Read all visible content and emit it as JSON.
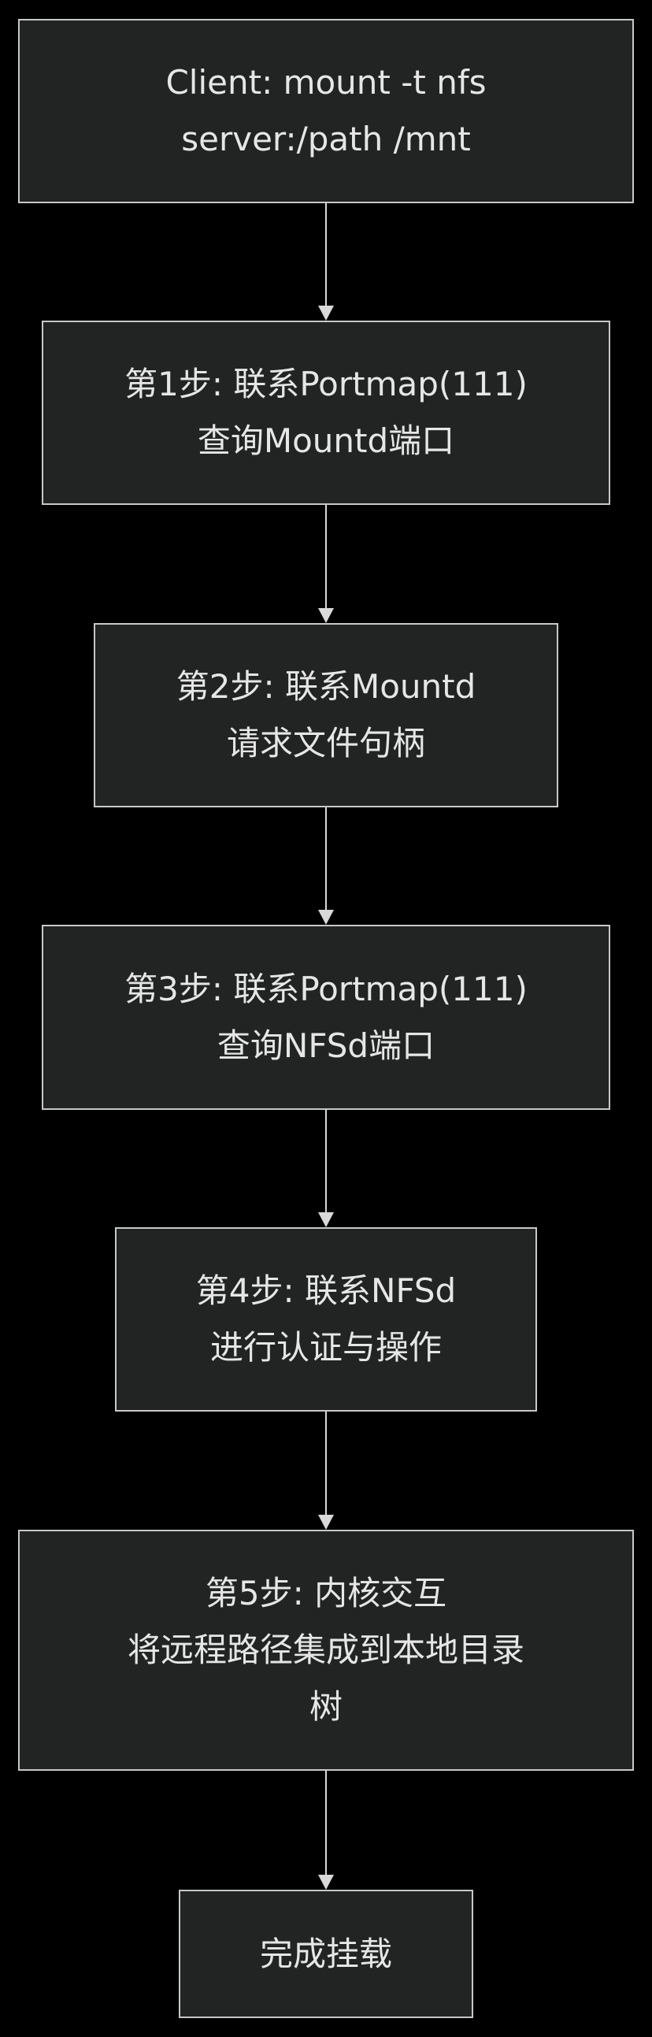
{
  "flowchart": {
    "nodes": [
      {
        "id": "client",
        "lines": [
          "Client: mount -t nfs",
          "server:/path /mnt"
        ]
      },
      {
        "id": "step1",
        "lines": [
          "第1步: 联系Portmap(111)",
          "查询Mountd端口"
        ]
      },
      {
        "id": "step2",
        "lines": [
          "第2步: 联系Mountd",
          "请求文件句柄"
        ]
      },
      {
        "id": "step3",
        "lines": [
          "第3步: 联系Portmap(111)",
          "查询NFSd端口"
        ]
      },
      {
        "id": "step4",
        "lines": [
          "第4步: 联系NFSd",
          "进行认证与操作"
        ]
      },
      {
        "id": "step5",
        "lines": [
          "第5步: 内核交互",
          "将远程路径集成到本地目录",
          "树"
        ]
      },
      {
        "id": "done",
        "lines": [
          "完成挂载"
        ]
      }
    ],
    "edges": [
      {
        "from": "client",
        "to": "step1"
      },
      {
        "from": "step1",
        "to": "step2"
      },
      {
        "from": "step2",
        "to": "step3"
      },
      {
        "from": "step3",
        "to": "step4"
      },
      {
        "from": "step4",
        "to": "step5"
      },
      {
        "from": "step5",
        "to": "done"
      }
    ]
  }
}
